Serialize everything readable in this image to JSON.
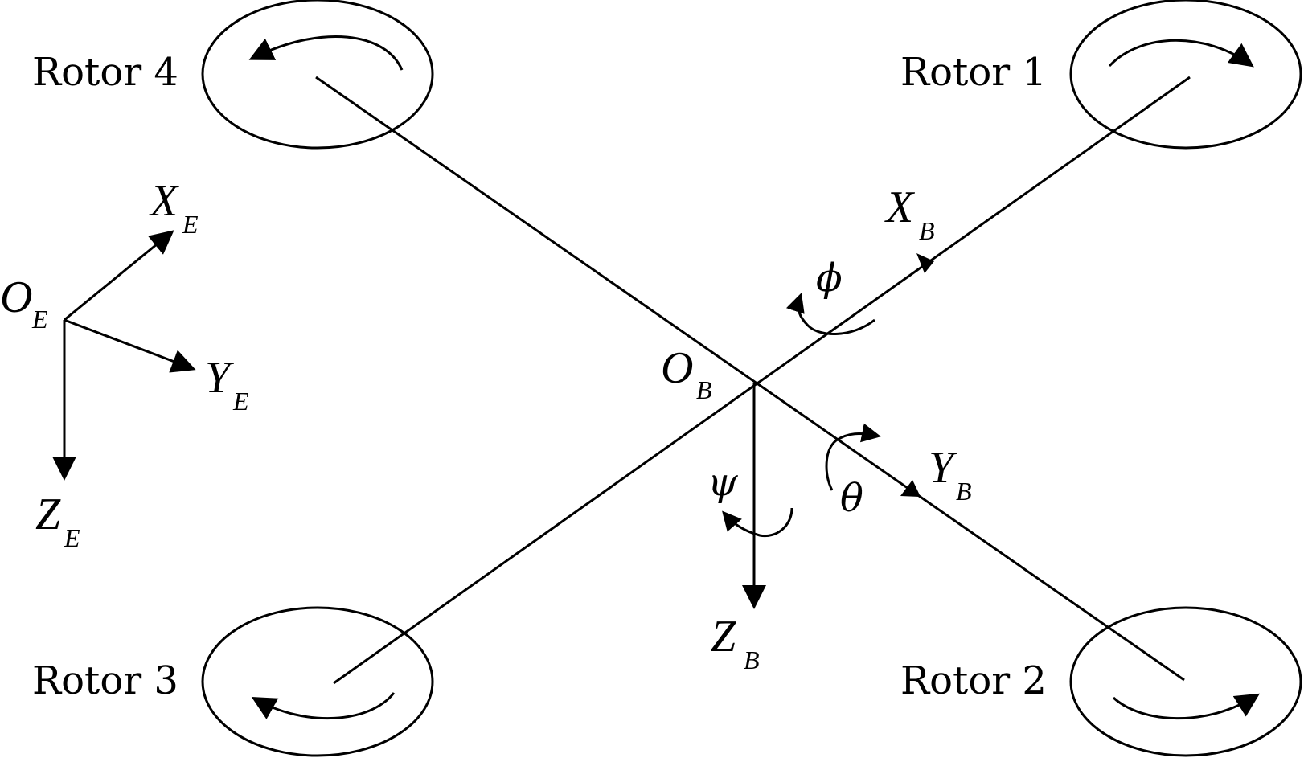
{
  "rotors": {
    "rotor1": "Rotor 1",
    "rotor2": "Rotor 2",
    "rotor3": "Rotor 3",
    "rotor4": "Rotor 4"
  },
  "earth_frame": {
    "origin": "O",
    "origin_sub": "E",
    "x_axis": "X",
    "x_sub": "E",
    "y_axis": "Y",
    "y_sub": "E",
    "z_axis": "Z",
    "z_sub": "E"
  },
  "body_frame": {
    "origin": "O",
    "origin_sub": "B",
    "x_axis": "X",
    "x_sub": "B",
    "y_axis": "Y",
    "y_sub": "B",
    "z_axis": "Z",
    "z_sub": "B"
  },
  "angles": {
    "roll": "ϕ",
    "pitch": "θ",
    "yaw": "ψ"
  },
  "colors": {
    "line": "#000000",
    "background": "#ffffff"
  }
}
